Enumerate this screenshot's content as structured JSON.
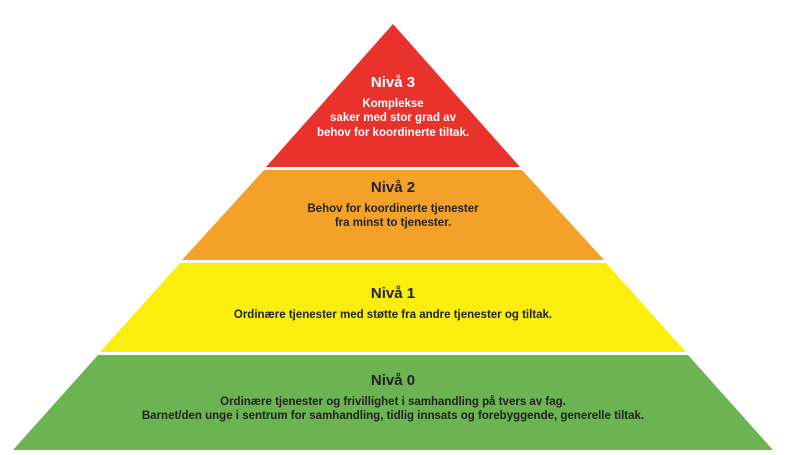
{
  "levels": [
    {
      "id": "3",
      "title": "Nivå 3",
      "lines": [
        "Komplekse",
        "saker med stor grad av",
        "behov for koordinerte tiltak."
      ],
      "color": "#e8322b"
    },
    {
      "id": "2",
      "title": "Nivå 2",
      "lines": [
        "Behov for koordinerte tjenester",
        "fra minst to tjenester."
      ],
      "color": "#f4a129"
    },
    {
      "id": "1",
      "title": "Nivå 1",
      "lines": [
        "Ordinære tjenester med støtte fra andre tjenester og tiltak."
      ],
      "color": "#f9ee0c"
    },
    {
      "id": "0",
      "title": "Nivå 0",
      "lines": [
        "Ordinære tjenester og frivillighet i samhandling på tvers av fag.",
        "Barnet/den unge i sentrum for samhandling, tidlig innsats og forebyggende, generelle tiltak."
      ],
      "color": "#6bb451"
    }
  ]
}
